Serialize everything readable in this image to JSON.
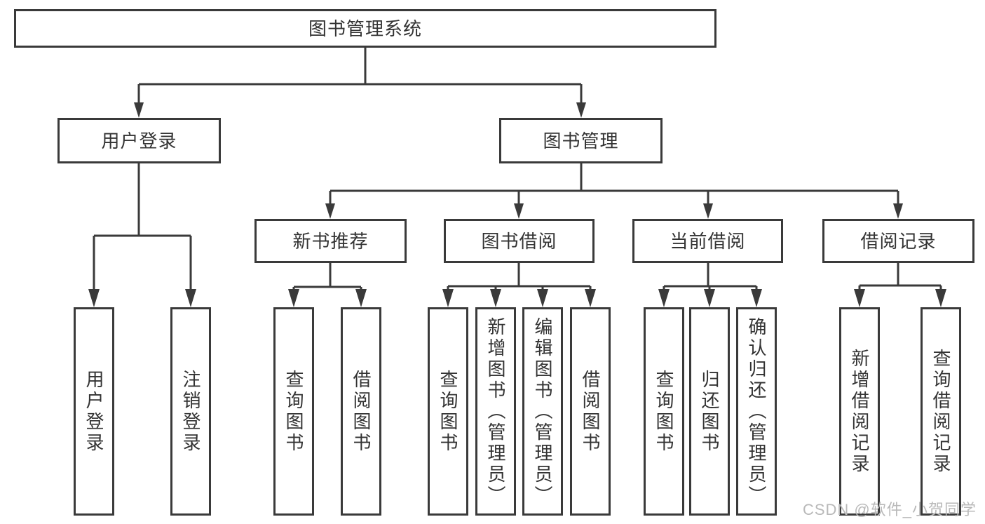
{
  "title": {
    "label": "图书管理系统"
  },
  "level2": [
    {
      "label": "用户登录"
    },
    {
      "label": "图书管理"
    }
  ],
  "level3": [
    {
      "label": "新书推荐",
      "parent": "图书管理"
    },
    {
      "label": "图书借阅",
      "parent": "图书管理"
    },
    {
      "label": "当前借阅",
      "parent": "图书管理"
    },
    {
      "label": "借阅记录",
      "parent": "图书管理"
    }
  ],
  "leaves": [
    {
      "label": "用户登录",
      "parent": "用户登录"
    },
    {
      "label": "注销登录",
      "parent": "用户登录"
    },
    {
      "label": "查询图书",
      "parent": "新书推荐"
    },
    {
      "label": "借阅图书",
      "parent": "新书推荐"
    },
    {
      "label": "查询图书",
      "parent": "图书借阅"
    },
    {
      "label": "新增图书（管理员）",
      "parent": "图书借阅"
    },
    {
      "label": "编辑图书（管理员）",
      "parent": "图书借阅"
    },
    {
      "label": "借阅图书",
      "parent": "图书借阅"
    },
    {
      "label": "查询图书",
      "parent": "当前借阅"
    },
    {
      "label": "归还图书",
      "parent": "当前借阅"
    },
    {
      "label": "确认归还（管理员）",
      "parent": "当前借阅"
    },
    {
      "label": "新增借阅记录",
      "parent": "借阅记录"
    },
    {
      "label": "查询借阅记录",
      "parent": "借阅记录"
    }
  ],
  "watermark": {
    "text": "CSDN @软件_小贺同学",
    "color": "#b9b9b9"
  },
  "colors": {
    "line": "#3a3a3a",
    "text": "#333333",
    "background": "#ffffff"
  }
}
